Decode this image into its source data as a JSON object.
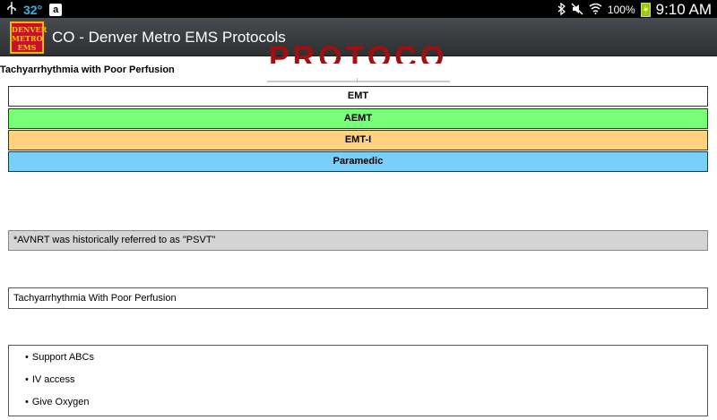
{
  "status_bar": {
    "temperature": "32°",
    "battery_percent": "100%",
    "time": "9:10 AM",
    "icons": [
      "usb-icon",
      "amazon-app-icon",
      "bluetooth-icon",
      "mute-icon",
      "wifi-icon",
      "battery-charging-icon"
    ]
  },
  "action_bar": {
    "title": "CO - Denver Metro EMS Protocols",
    "logo_text": [
      "DENVER",
      "METRO",
      "EMS"
    ]
  },
  "page": {
    "background_title": "PROTOCOLS",
    "section_heading": "Tachyarrhythmia with Poor Perfusion"
  },
  "levels": {
    "emt": "EMT",
    "aemt": "AEMT",
    "emt_i": "EMT-I",
    "paramedic": "Paramedic"
  },
  "colors": {
    "emt": "#ffffff",
    "aemt": "#77ff77",
    "emt_i": "#ffd27f",
    "paramedic": "#79cff8",
    "note_bg": "#d4d4d4"
  },
  "note": "*AVNRT was historically referred to as \"PSVT\"",
  "protocol_title": "Tachyarrhythmia With Poor Perfusion",
  "steps": [
    "Support ABCs",
    "IV access",
    "Give Oxygen"
  ]
}
